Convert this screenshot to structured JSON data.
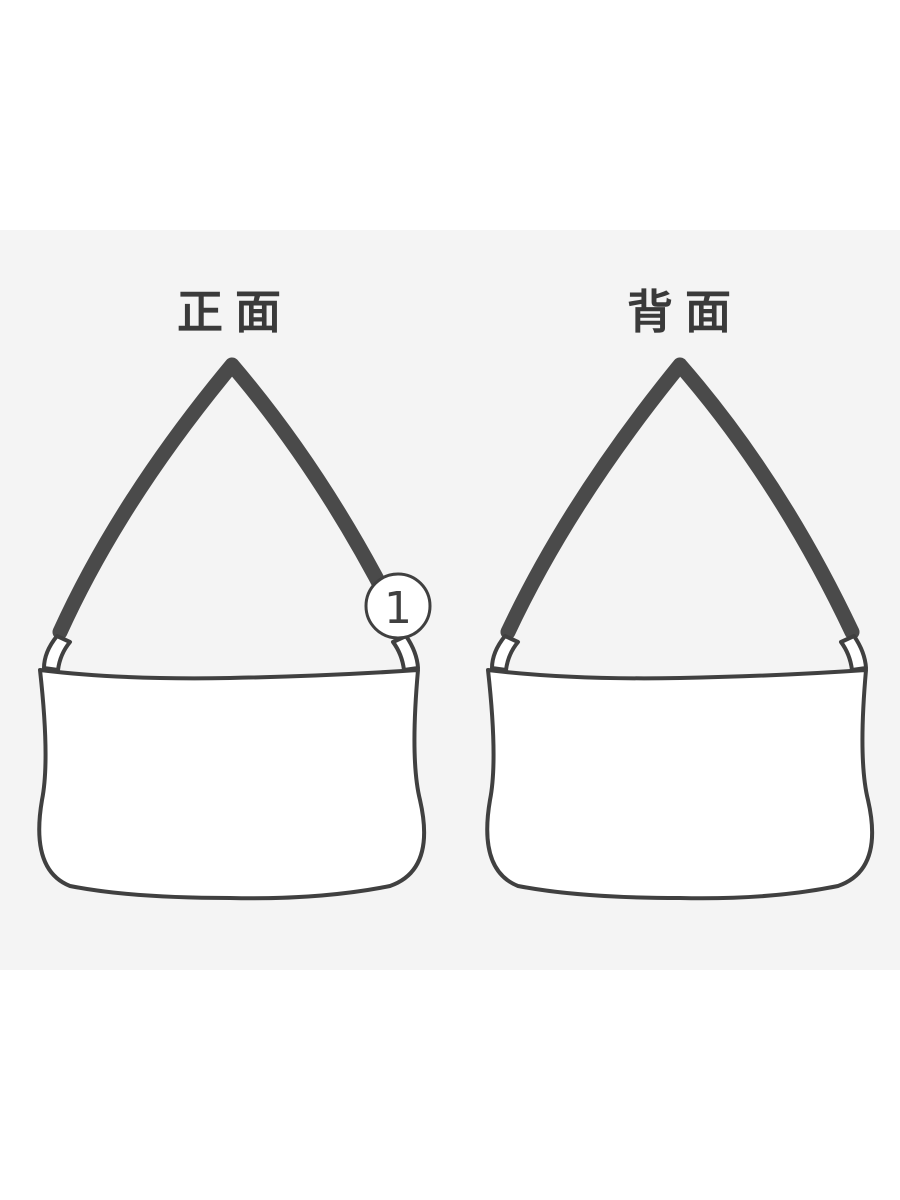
{
  "views": {
    "front_label": "正面",
    "back_label": "背面"
  },
  "callout": {
    "number": "1"
  },
  "colors": {
    "background": "#ffffff",
    "panel": "#f4f4f4",
    "strap": "#4a4a4a",
    "outline": "#404040",
    "bag_fill": "#ffffff",
    "text": "#3a3a3a"
  }
}
